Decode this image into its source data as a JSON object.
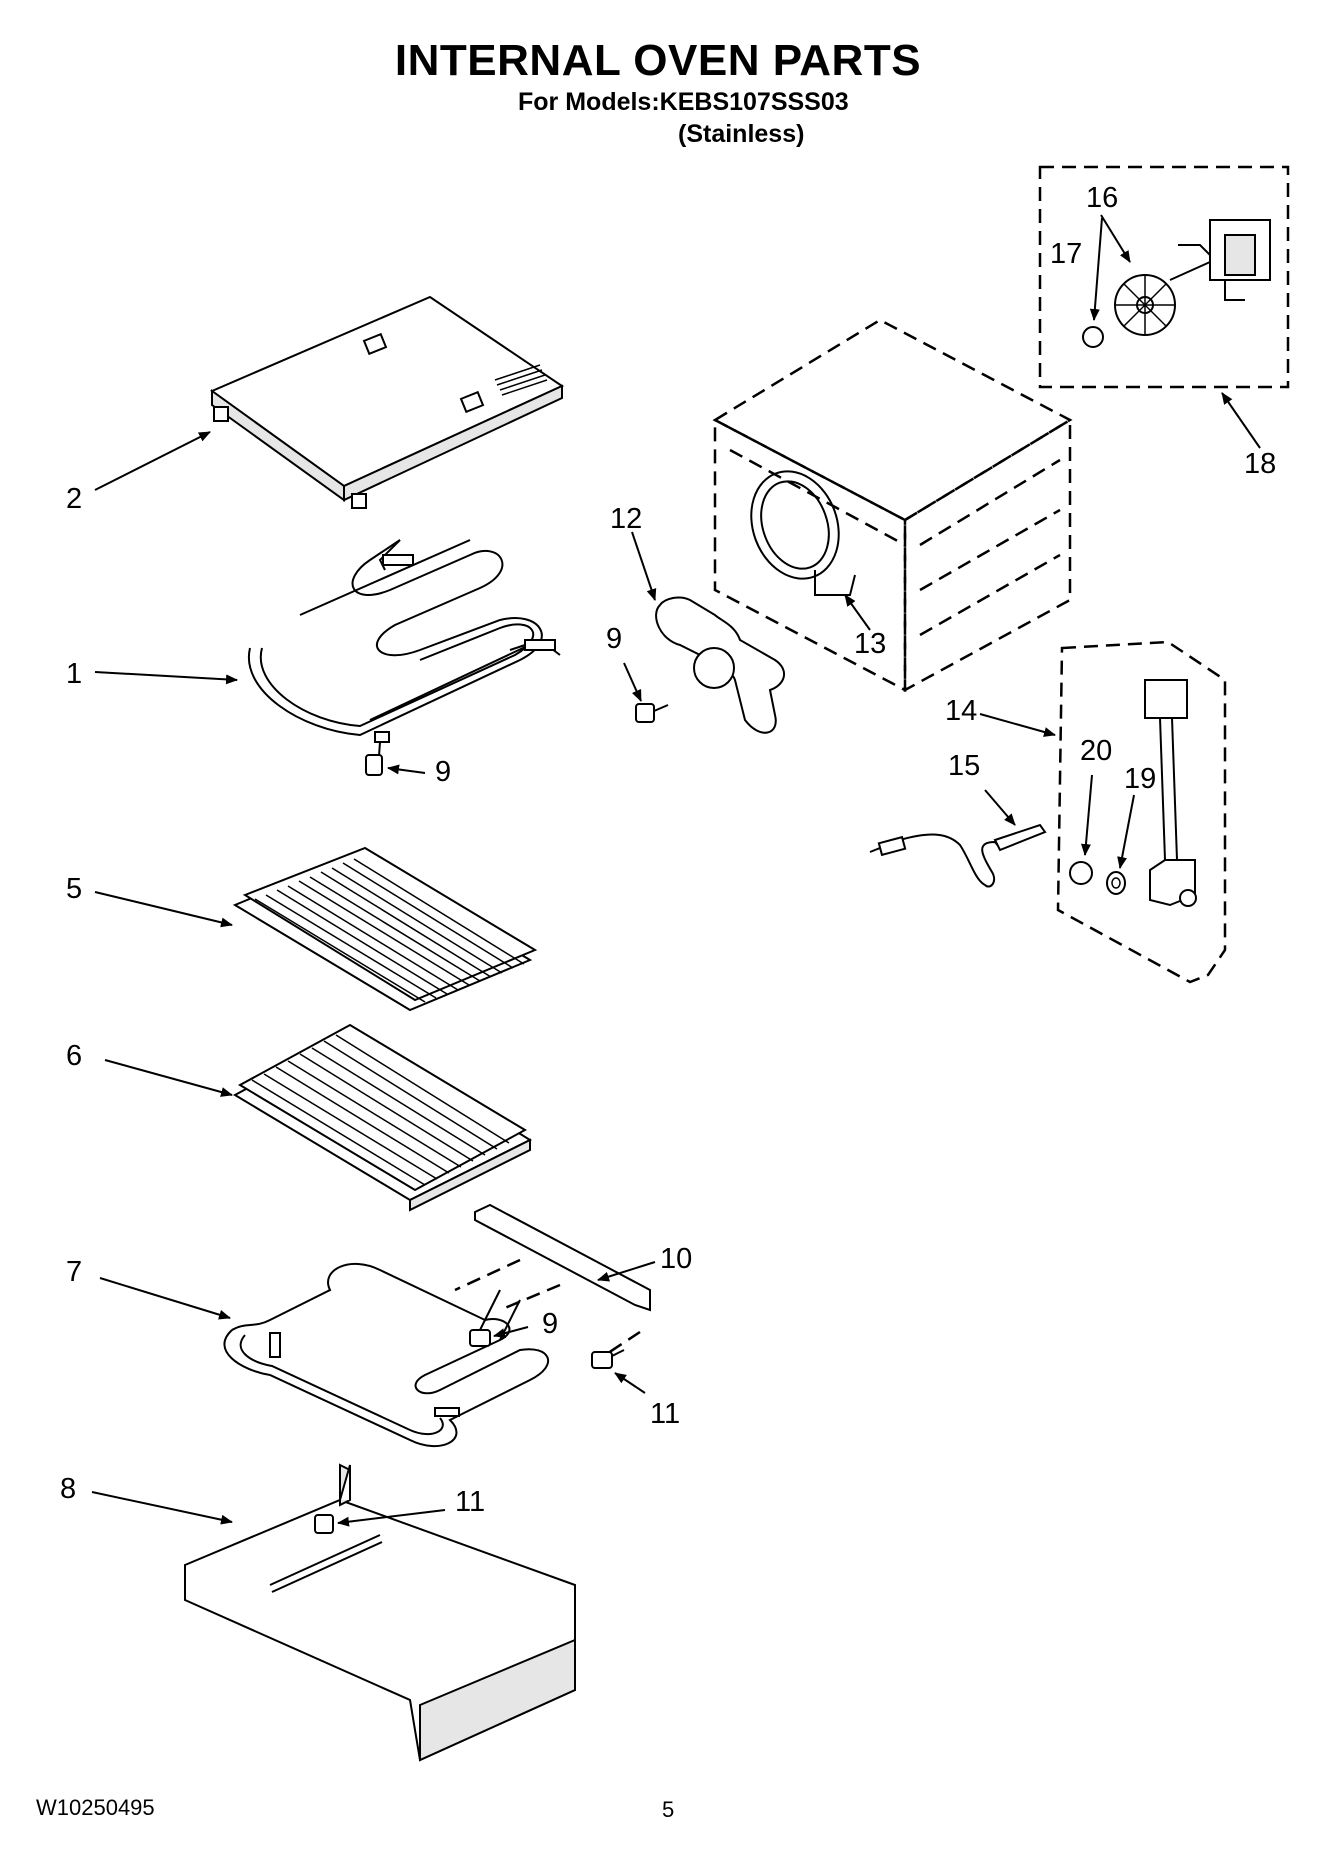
{
  "header": {
    "title": "INTERNAL OVEN PARTS",
    "models": "For Models:KEBS107SSS03",
    "finish": "(Stainless)"
  },
  "callouts": {
    "c1": "1",
    "c2": "2",
    "c5": "5",
    "c6": "6",
    "c7": "7",
    "c8": "8",
    "c9a": "9",
    "c9b": "9",
    "c9c": "9",
    "c10": "10",
    "c11a": "11",
    "c11b": "11",
    "c12": "12",
    "c13": "13",
    "c14": "14",
    "c15": "15",
    "c16": "16",
    "c17": "17",
    "c18": "18",
    "c19": "19",
    "c20": "20"
  },
  "footer": {
    "doc_number": "W10250495",
    "page": "5"
  }
}
